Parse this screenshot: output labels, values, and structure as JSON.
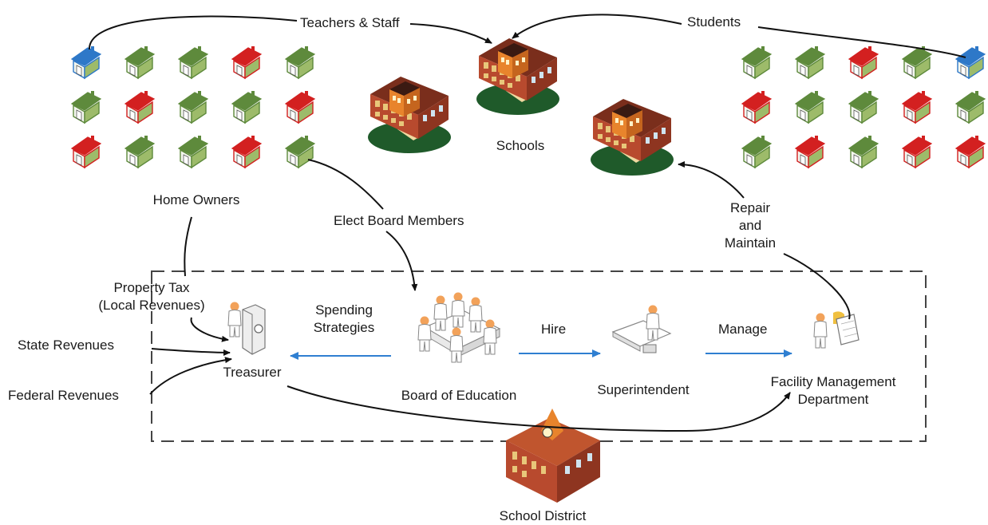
{
  "colors": {
    "house_roof_green": "#5e8a3c",
    "house_roof_red": "#d32020",
    "house_roof_blue": "#2e78c8",
    "house_wall_light": "#f4f7ef",
    "house_wall_green": "#9dbb6a",
    "flow_arrow_blue": "#2f7fd1",
    "connector_black": "#111111",
    "dashed_boundary": "#444444",
    "brick_red": "#b84a2e",
    "school_roof_orange": "#e8842c",
    "lawn_green": "#1f5a2a",
    "person_skin": "#f2a25a"
  },
  "labels": {
    "teachers_staff": "Teachers & Staff",
    "students": "Students",
    "schools": "Schools",
    "home_owners": "Home Owners",
    "elect_board_members": "Elect Board Members",
    "repair": "Repair",
    "and": "and",
    "maintain": "Maintain",
    "property_tax": "Property Tax",
    "local_revenues": "(Local Revenues)",
    "spending": "Spending",
    "strategies": "Strategies",
    "hire": "Hire",
    "manage": "Manage",
    "state_revenues": "State Revenues",
    "federal_revenues": "Federal Revenues",
    "treasurer": "Treasurer",
    "board_of_education": "Board of Education",
    "superintendent": "Superintendent",
    "facility_management": "Facility Management",
    "department": "Department",
    "school_district": "School District"
  },
  "houses": {
    "left_grid": [
      [
        "blue",
        "green",
        "green",
        "red",
        "green"
      ],
      [
        "green",
        "red",
        "green",
        "green",
        "red"
      ],
      [
        "red",
        "green",
        "green",
        "red",
        "green"
      ]
    ],
    "right_grid": [
      [
        "green",
        "green",
        "red",
        "green",
        "blue"
      ],
      [
        "red",
        "green",
        "green",
        "red",
        "green"
      ],
      [
        "green",
        "red",
        "green",
        "red",
        "red"
      ]
    ]
  }
}
